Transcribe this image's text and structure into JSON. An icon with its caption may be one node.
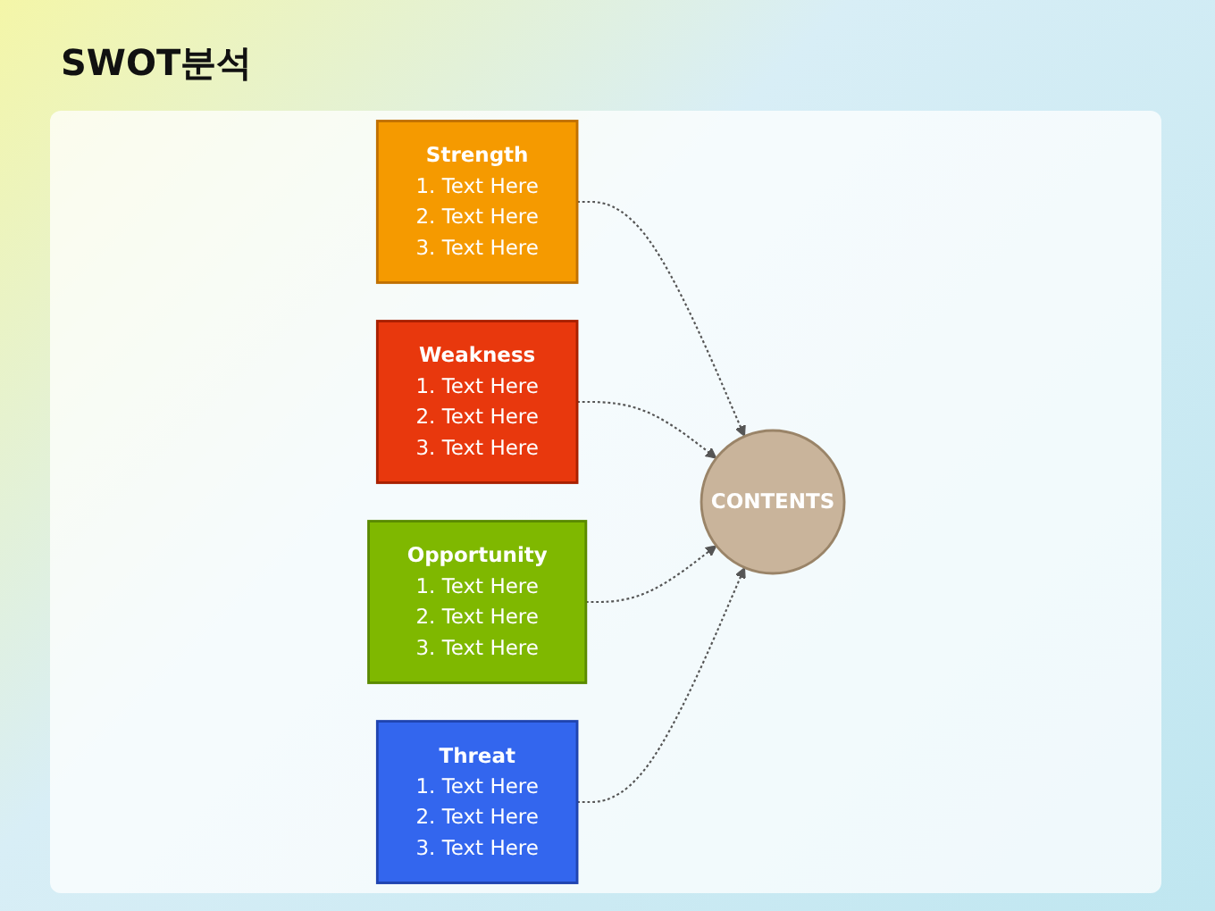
{
  "diagram": {
    "title": "SWOT분석",
    "nodes": [
      {
        "text": [
          "Strength",
          "1. Text Here",
          "2. Text Here",
          "3. Text Here"
        ]
      },
      {
        "text": [
          "Weakness",
          "1. Text Here",
          "2. Text Here",
          "3. Text Here"
        ]
      },
      {
        "text": [
          "CONTENTS"
        ]
      },
      {
        "text": [
          "Opportunity",
          "1. Text Here",
          "2. Text Here",
          "3. Text Here"
        ]
      },
      {
        "text": [
          "Threat",
          "1. Text Here",
          "2. Text Here",
          "3. Text Here"
        ]
      }
    ],
    "edges": [
      {
        "from": 0,
        "to": 2,
        "arrow": "to",
        "style": "dashed"
      },
      {
        "from": 1,
        "to": 2,
        "arrow": "to",
        "style": "dashed"
      },
      {
        "from": 3,
        "to": 2,
        "arrow": "to",
        "style": "dashed"
      },
      {
        "from": 4,
        "to": 2,
        "arrow": "to",
        "style": "dashed"
      }
    ]
  }
}
